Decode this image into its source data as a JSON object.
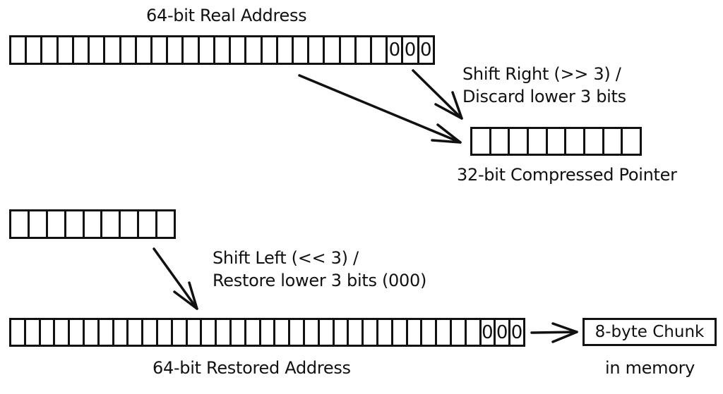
{
  "real_address": {
    "title": "64-bit Real Address",
    "cell_count": 27,
    "low_bits": [
      "0",
      "0",
      "0"
    ]
  },
  "shift_right": {
    "line1": "Shift Right (>> 3) /",
    "line2": "Discard lower 3 bits"
  },
  "compressed_pointer": {
    "title": "32-bit Compressed Pointer",
    "cell_count": 9
  },
  "source_pointer": {
    "cell_count": 9
  },
  "shift_left": {
    "line1": "Shift Left (<< 3) /",
    "line2": "Restore lower 3 bits (000)"
  },
  "restored_address": {
    "title": "64-bit Restored Address",
    "cell_count": 35,
    "low_bits": [
      "0",
      "0",
      "0"
    ]
  },
  "memory_chunk": {
    "label": "8-byte Chunk",
    "caption": "in memory"
  }
}
